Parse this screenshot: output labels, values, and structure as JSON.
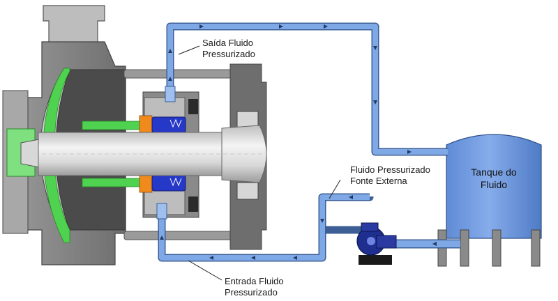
{
  "labels": {
    "outlet_line1": "Saída Fluido",
    "outlet_line2": "Pressurizado",
    "external_line1": "Fluido Pressurizado",
    "external_line2": "Fonte Externa",
    "inlet_line1": "Entrada Fluido",
    "inlet_line2": "Pressurizado",
    "tank_line1": "Tanque do",
    "tank_line2": "Fluido"
  },
  "colors": {
    "fluid": "#7ea9e6",
    "fluid_edge": "#3d5f95",
    "tank": "#6f9be0",
    "casing": "#7d7d7d",
    "casing_dark": "#4a4a4a",
    "impeller": "#9a9a9a",
    "shaft": "#e8e8e8",
    "seal_green": "#4fd24f",
    "seal_blue": "#2638c8",
    "seal_orange": "#f08a1c",
    "pump": "#1f2f8f"
  }
}
